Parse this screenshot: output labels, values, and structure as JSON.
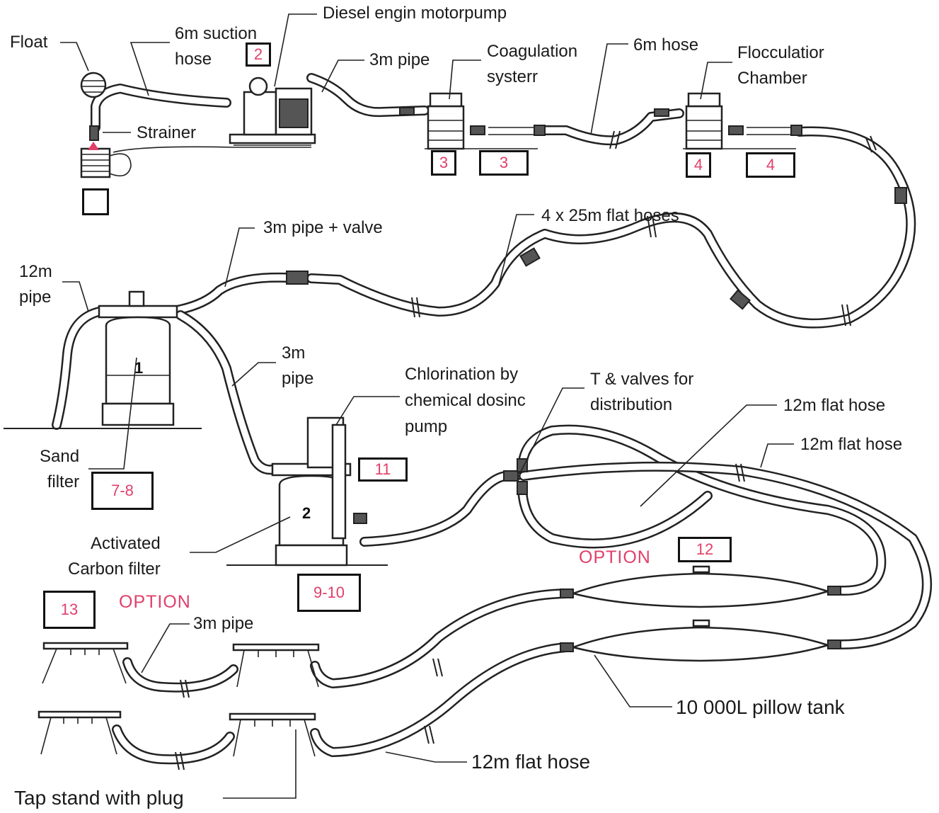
{
  "labels": {
    "float": "Float",
    "suction_hose": "6m suction\nhose",
    "diesel_pump": "Diesel engin motorpump",
    "pipe_3m_a": "3m pipe",
    "coagulation": "Coagulation\nsysterr",
    "hose_6m": "6m hose",
    "flocculation": "Flocculatior\nChamber",
    "strainer": "Strainer",
    "pipe_valve": "3m pipe + valve",
    "flat_hoses_4x25": "4 x 25m flat hoses",
    "pipe_12m": "12m\npipe",
    "pipe_3m_b": "3m\npipe",
    "chlorination": "Chlorination by\nchemical dosinc\npump",
    "t_valves": "T & valves for\ndistribution",
    "flat_hose_12m_a": "12m flat hose",
    "flat_hose_12m_b": "12m flat hose",
    "sand_filter": "Sand\nfilter",
    "activated_carbon": "Activated\nCarbon filter",
    "pipe_3m_c": "3m pipe",
    "pillow_tank": "10 000L pillow tank",
    "flat_hose_12m_c": "12m flat hose",
    "tap_stand": "Tap stand with plug",
    "option_a": "OPTION",
    "option_b": "OPTION",
    "unit_1": "1",
    "unit_2": "2"
  },
  "boxes": {
    "b_blank": "",
    "b2": "2",
    "b3a": "3",
    "b3b": "3",
    "b4a": "4",
    "b4b": "4",
    "b78": "7-8",
    "b910": "9-10",
    "b11": "11",
    "b12": "12",
    "b13": "13"
  }
}
